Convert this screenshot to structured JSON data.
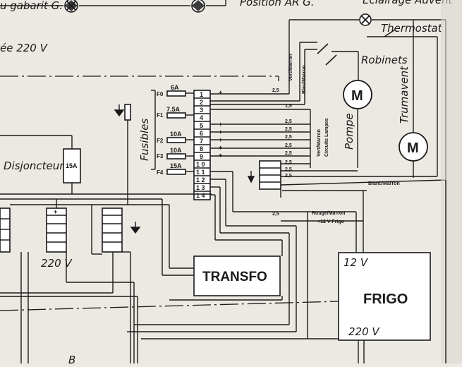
{
  "labels": {
    "gabarit": "u gabarit G.",
    "position_ar": "Position AR G.",
    "eclairage": "Eclairage Auvent",
    "thermostat": "Thermostat",
    "entree_220": "ée 220 V",
    "robinets": "Robinets",
    "trumavent": "Trumavent",
    "pompe": "Pompe",
    "fusibles": "Fusibles",
    "disjoncteur": "Disjoncteur",
    "disjoncteur_rating": "15A",
    "v220_left": "220 V",
    "transfo": "TRANSFO",
    "frigo": "FRIGO",
    "frigo_12v": "12 V",
    "frigo_220v": "220 V",
    "motor": "M",
    "bottom_b": "B"
  },
  "wire_labels": {
    "vert_marron": "Vert/Marron",
    "bleu_marron": "Bleu/Marron",
    "vert_marron_2": "Vert/Marron",
    "circuits_lampes": "Circuits Lampes",
    "blanc_marron": "Blanc/Marron",
    "rouge_marron": "Rouge/Marron",
    "plus_12v_frigo": "+12 V Frigo"
  },
  "cross_sections": {
    "s1": "2,5",
    "s2": "1,5",
    "s3": "2,5",
    "s4": "2,5",
    "s5": "2,5",
    "s6": "2,5",
    "s7": "2,5",
    "s8": "2,5",
    "s9": "2,5",
    "s10": "2,5",
    "s11": "2,5",
    "s12": "2,5"
  },
  "fuses": [
    {
      "id": "F0",
      "rating": "6A"
    },
    {
      "id": "F1",
      "rating": "7,5A"
    },
    {
      "id": "F2",
      "rating": "10A"
    },
    {
      "id": "F3",
      "rating": "10A"
    },
    {
      "id": "F4",
      "rating": "15A"
    }
  ],
  "terminals": [
    "1",
    "2",
    "3",
    "4",
    "5",
    "6",
    "7",
    "8",
    "9",
    "1 0",
    "1 1",
    "1 2",
    "1 3",
    "1 4"
  ],
  "plus_sign": "+"
}
